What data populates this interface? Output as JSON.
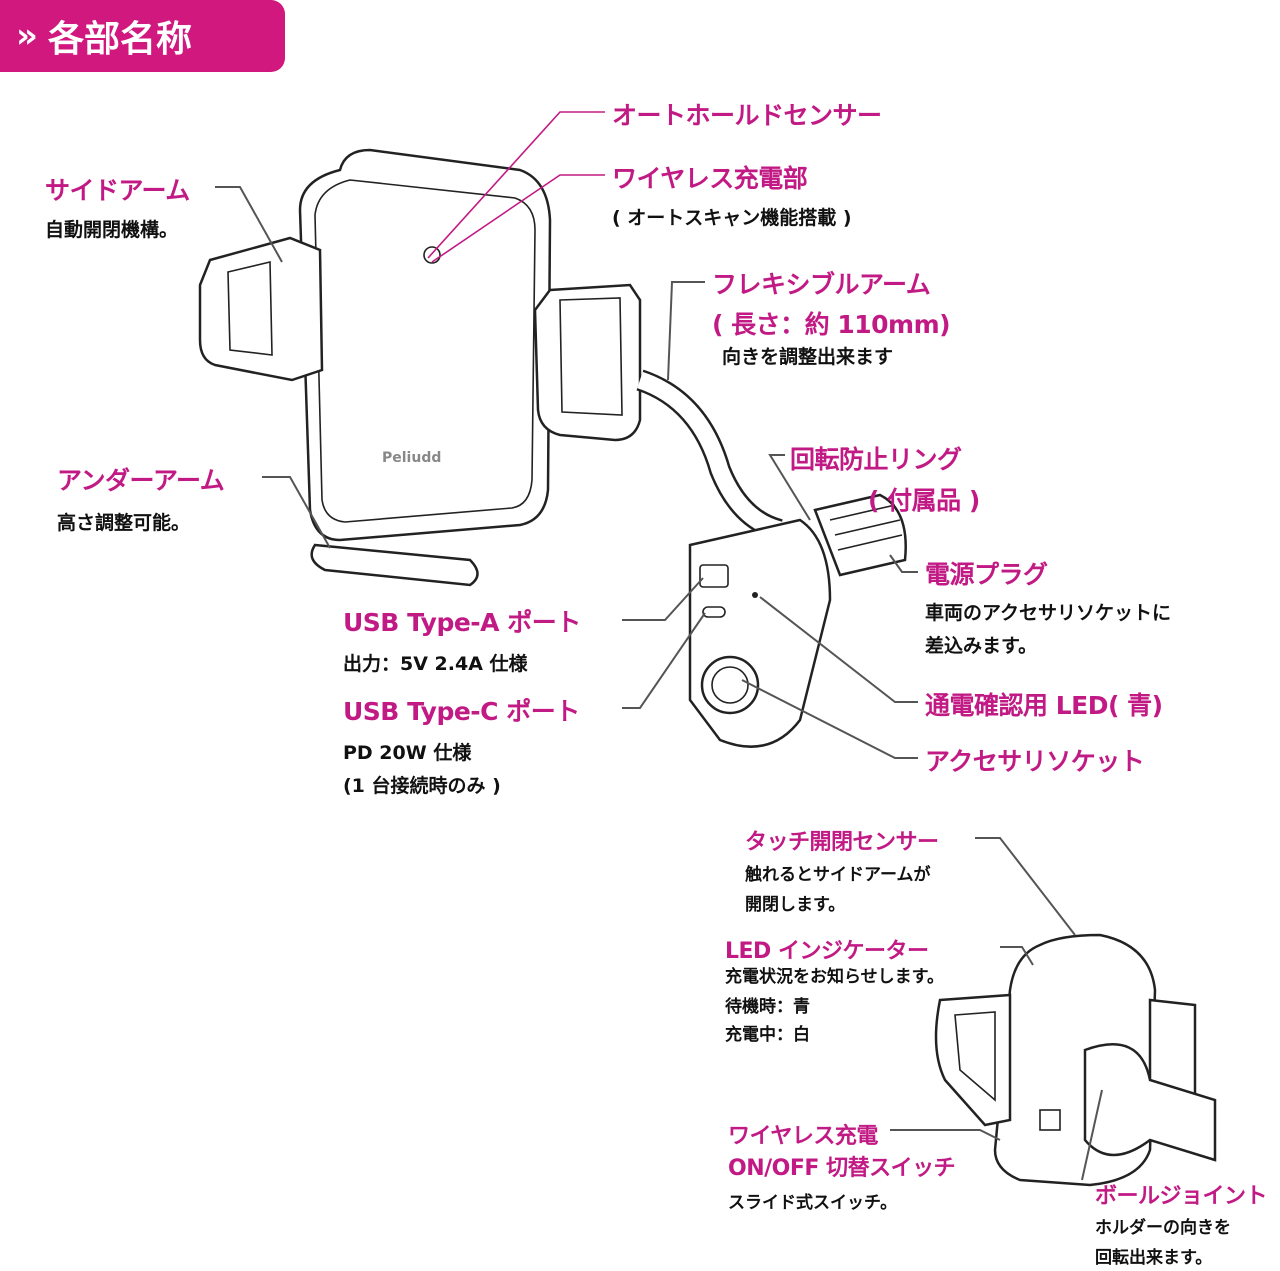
{
  "header": {
    "icon": "double-chevron-right-icon",
    "title": "各部名称"
  },
  "brand_logo": "Peliudd",
  "colors": {
    "accent": "#d0187e",
    "label": "#c21a84"
  },
  "labels": {
    "auto_hold_sensor": {
      "title": "オートホールドセンサー"
    },
    "wireless_charger": {
      "title": "ワイヤレス充電部",
      "desc": "( オートスキャン機能搭載 )"
    },
    "side_arm": {
      "title": "サイドアーム",
      "desc": "自動開閉機構。"
    },
    "flexible_arm": {
      "title": "フレキシブルアーム",
      "length": "( 長さ：約 110mm)",
      "desc": "向きを調整出来ます"
    },
    "under_arm": {
      "title": "アンダーアーム",
      "desc": "高さ調整可能。"
    },
    "anti_rotation_ring": {
      "title": "回転防止リング",
      "note": "( 付属品 )"
    },
    "power_plug": {
      "title": "電源プラグ",
      "desc1": "車両のアクセサリソケットに",
      "desc2": "差込みます。"
    },
    "usb_a": {
      "title": "USB Type-A ポート",
      "desc": "出力：5V 2.4A 仕様"
    },
    "usb_c": {
      "title": "USB Type-C ポート",
      "desc1": "PD 20W 仕様",
      "desc2": "(1 台接続時のみ )"
    },
    "power_led": {
      "title": "通電確認用 LED( 青)"
    },
    "accessory_socket": {
      "title": "アクセサリソケット"
    },
    "touch_sensor": {
      "title": "タッチ開閉センサー",
      "desc1": "触れるとサイドアームが",
      "desc2": "開閉します。"
    },
    "led_indicator": {
      "title": "LED インジケーター",
      "desc1": "充電状況をお知らせします。",
      "desc2": "待機時：青",
      "desc3": "充電中：白"
    },
    "wireless_switch": {
      "title1": "ワイヤレス充電",
      "title2": "ON/OFF 切替スイッチ",
      "desc": "スライド式スイッチ。"
    },
    "ball_joint": {
      "title": "ボールジョイント",
      "desc1": "ホルダーの向きを",
      "desc2": "回転出来ます。"
    }
  }
}
